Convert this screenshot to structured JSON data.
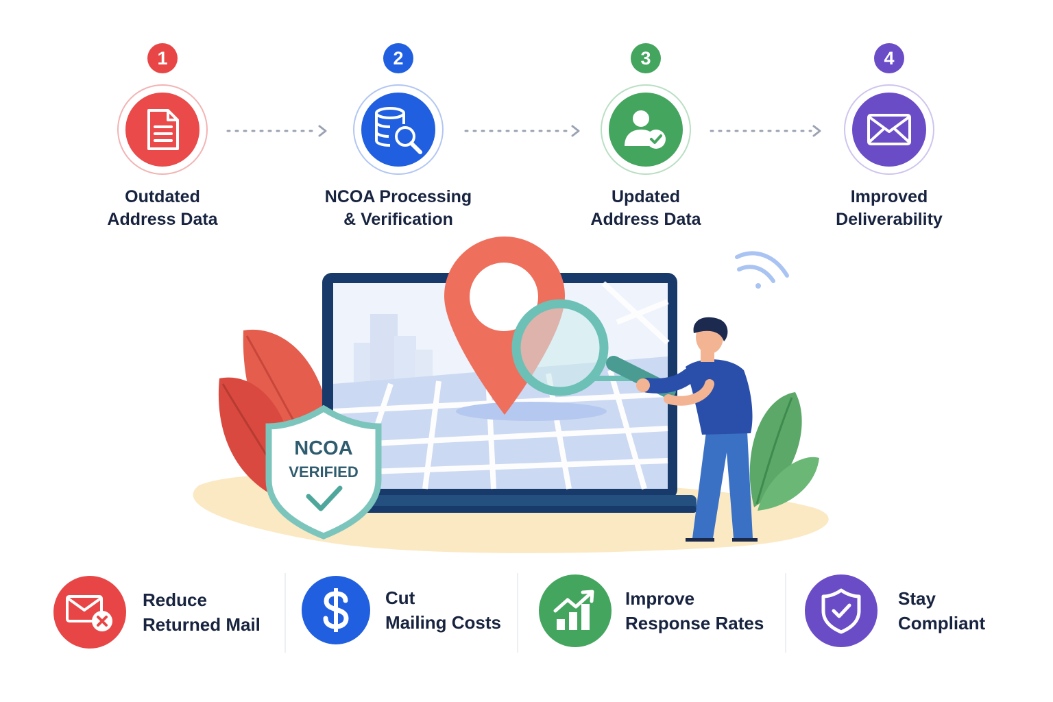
{
  "steps": [
    {
      "number": "1",
      "line1": "Outdated",
      "line2": "Address Data",
      "icon": "document-icon",
      "color": "#e84646"
    },
    {
      "number": "2",
      "line1": "NCOA Processing",
      "line2": "& Verification",
      "icon": "database-search-icon",
      "color": "#1f5fe0"
    },
    {
      "number": "3",
      "line1": "Updated",
      "line2": "Address Data",
      "icon": "user-check-icon",
      "color": "#43a55e"
    },
    {
      "number": "4",
      "line1": "Improved",
      "line2": "Deliverability",
      "icon": "envelope-icon",
      "color": "#6a4cc7"
    }
  ],
  "badge": {
    "line1": "NCOA",
    "line2": "VERIFIED"
  },
  "benefits": [
    {
      "line1": "Reduce",
      "line2": "Returned Mail",
      "icon": "returned-mail-icon",
      "color": "#e84646"
    },
    {
      "line1": "Cut",
      "line2": "Mailing Costs",
      "icon": "dollar-icon",
      "color": "#1f5fe0"
    },
    {
      "line1": "Improve",
      "line2": "Response Rates",
      "icon": "growth-chart-icon",
      "color": "#43a55e"
    },
    {
      "line1": "Stay",
      "line2": "Compliant",
      "icon": "shield-check-icon",
      "color": "#6a4cc7"
    }
  ]
}
